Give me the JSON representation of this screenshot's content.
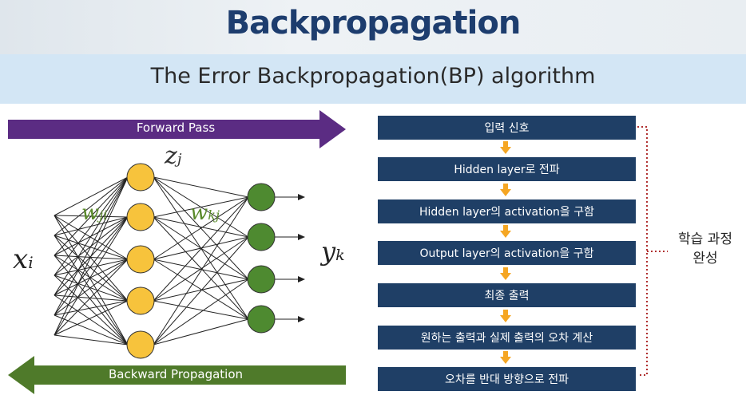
{
  "title": "Backpropagation",
  "subtitle": "The Error Backpropagation(BP) algorithm",
  "forward_label": "Forward Pass",
  "backward_label": "Backward Propagation",
  "math": {
    "x": "x",
    "x_sub": "i",
    "z": "z",
    "z_sub": "j",
    "y": "y",
    "y_sub": "k",
    "wji": "w",
    "wji_sub": "ji",
    "wkj": "w",
    "wkj_sub": "kj"
  },
  "steps": [
    "입력 신호",
    "Hidden layer로 전파",
    "Hidden layer의 activation을 구함",
    "Output layer의 activation을 구함",
    "최종 출력",
    "원하는 출력과 실제 출력의 오차 계산",
    "오차를 반대 방향으로 전파"
  ],
  "side_label_line1": "학습 과정",
  "side_label_line2": "완성",
  "colors": {
    "title": "#1d3d6e",
    "forward_arrow": "#5b2c83",
    "backward_arrow": "#4f7a2a",
    "step_box": "#1f3f66",
    "step_arrow": "#f5a623",
    "hidden_node": "#f7c33c",
    "output_node": "#4e8a30",
    "bracket": "#b03030"
  }
}
